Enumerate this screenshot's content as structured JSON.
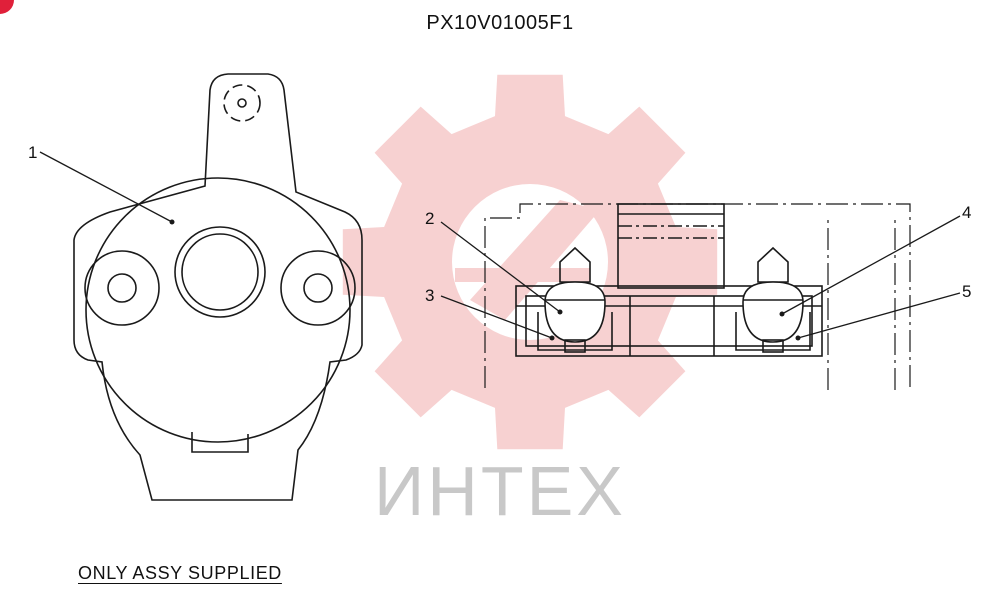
{
  "diagram": {
    "part_code": "PX10V01005F1",
    "note": "ONLY ASSY SUPPLIED",
    "watermark_text": "ИНТЕХ",
    "callouts": [
      "1",
      "2",
      "3",
      "4",
      "5"
    ]
  },
  "colors": {
    "line": "#1a1a1a",
    "watermark_gear": "#f6c9c9",
    "watermark_text": "#c8c8c8",
    "badge": "#e0203a"
  },
  "icons": {
    "watermark": "gear-logo-icon",
    "badge": "corner-badge-icon"
  }
}
